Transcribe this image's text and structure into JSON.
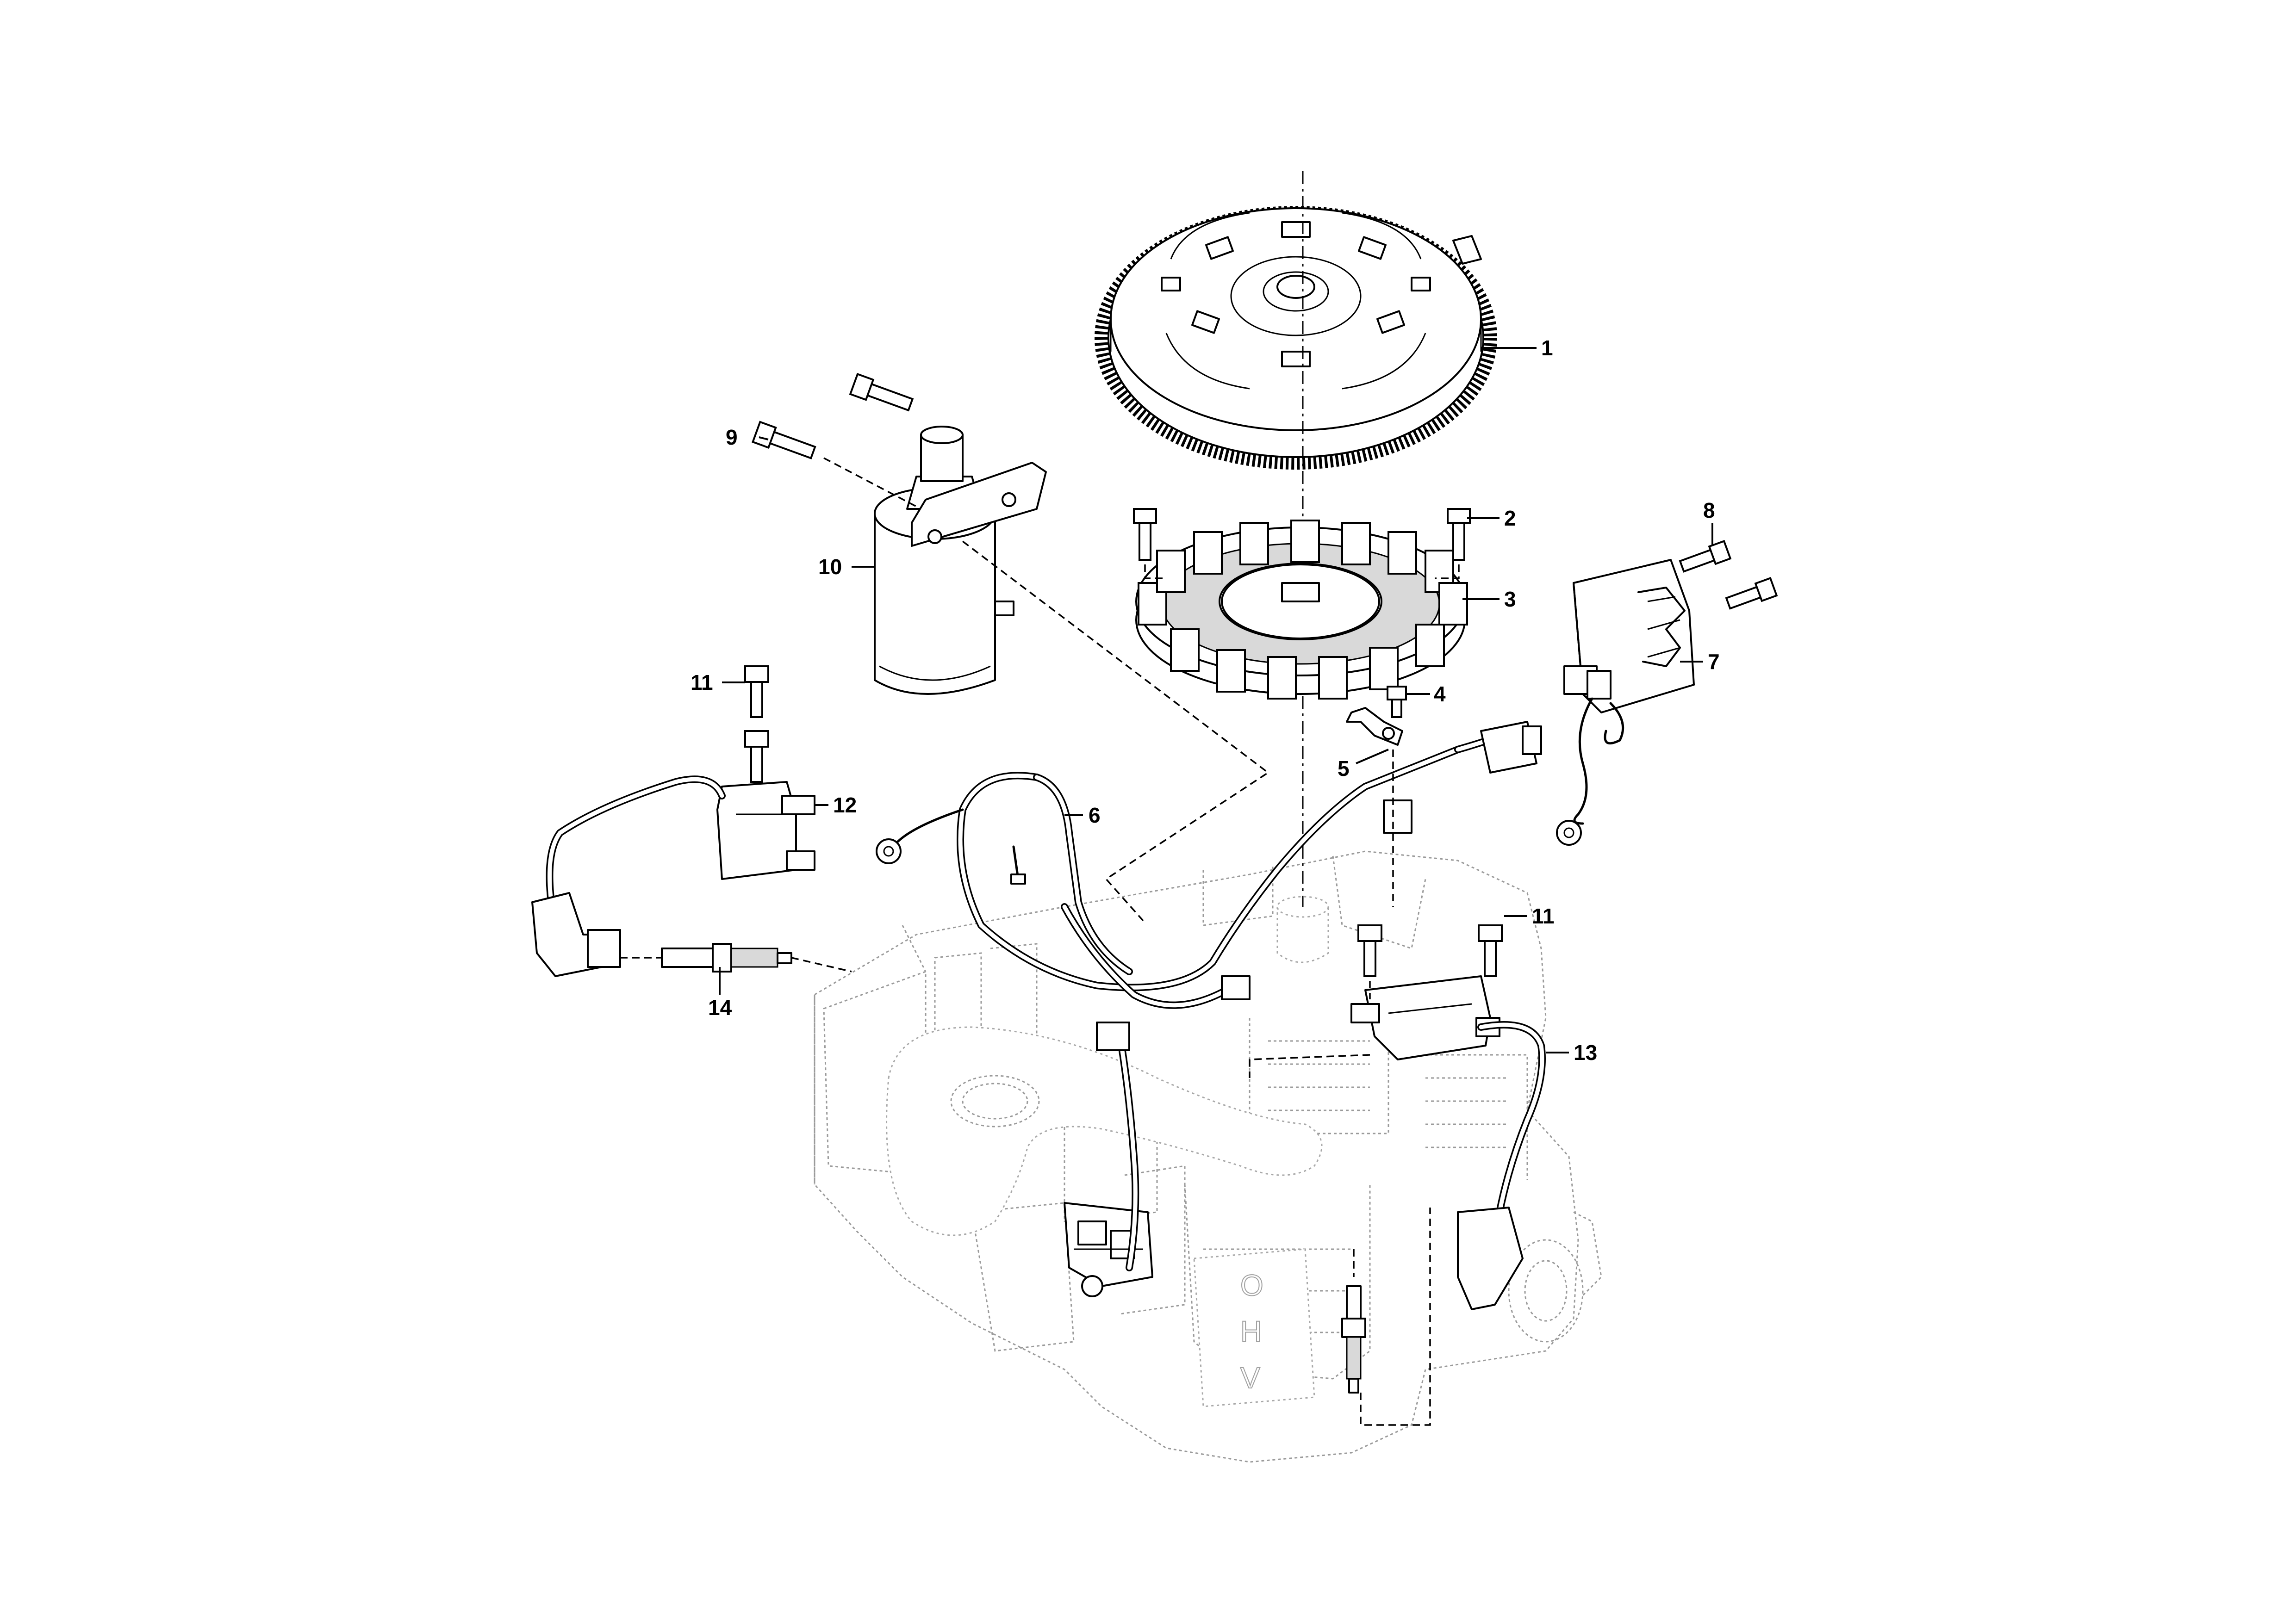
{
  "callouts": [
    {
      "id": "flywheel",
      "label": "1"
    },
    {
      "id": "stator-screw",
      "label": "2"
    },
    {
      "id": "stator",
      "label": "3"
    },
    {
      "id": "bracket-screw",
      "label": "4"
    },
    {
      "id": "bracket",
      "label": "5"
    },
    {
      "id": "wiring-harness",
      "label": "6"
    },
    {
      "id": "regulator",
      "label": "7"
    },
    {
      "id": "regulator-screw",
      "label": "8"
    },
    {
      "id": "starter-bolt",
      "label": "9"
    },
    {
      "id": "starter-motor",
      "label": "10"
    },
    {
      "id": "coil-screw-left",
      "label": "11"
    },
    {
      "id": "coil-screw-right",
      "label": "11"
    },
    {
      "id": "ignition-coil-left",
      "label": "12"
    },
    {
      "id": "ignition-coil-right",
      "label": "13"
    },
    {
      "id": "spark-plug",
      "label": "14"
    }
  ]
}
